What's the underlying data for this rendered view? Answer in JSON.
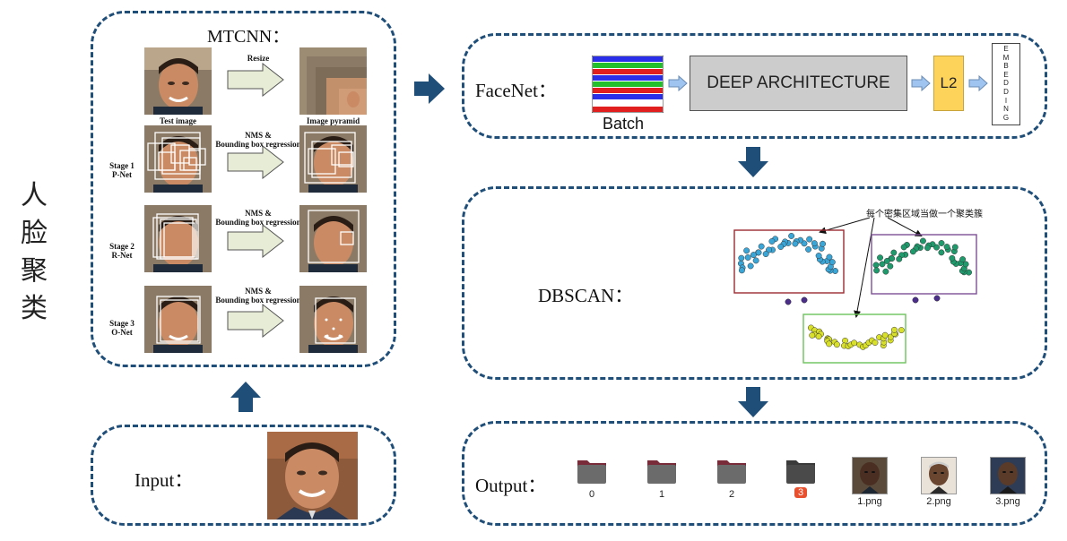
{
  "side_title": [
    "人",
    "脸",
    "聚",
    "类"
  ],
  "mtcnn": {
    "title": "MTCNN：",
    "resize_label": "Resize",
    "test_image_label": "Test image",
    "image_pyramid_label": "Image pyramid",
    "nms_label": "NMS &",
    "bbox_label": "Bounding box regression",
    "stages": [
      {
        "name": "Stage 1",
        "net": "P-Net"
      },
      {
        "name": "Stage 2",
        "net": "R-Net"
      },
      {
        "name": "Stage 3",
        "net": "O-Net"
      }
    ]
  },
  "input": {
    "label": "Input："
  },
  "facenet": {
    "label": "FaceNet：",
    "batch_label": "Batch",
    "deep_label": "DEEP ARCHITECTURE",
    "l2_label": "L2",
    "embedding_letters": [
      "E",
      "M",
      "B",
      "E",
      "D",
      "D",
      "I",
      "N",
      "G"
    ]
  },
  "dbscan": {
    "label": "DBSCAN：",
    "annotation": "每个密集区域当做一个聚类簇",
    "cluster_colors": [
      "#3aa6d8",
      "#1e9a6c",
      "#d9e02a"
    ],
    "noise_color": "#4b2d8a"
  },
  "output": {
    "label": "Output：",
    "folders": [
      {
        "label": "0",
        "highlighted": false
      },
      {
        "label": "1",
        "highlighted": false
      },
      {
        "label": "2",
        "highlighted": false
      },
      {
        "label": "3",
        "highlighted": true
      }
    ],
    "files": [
      "1.png",
      "2.png",
      "3.png"
    ]
  },
  "colors": {
    "panel_border": "#1f4e79",
    "arrow": "#1f4e79",
    "l2_fill": "#fdd35a",
    "deep_fill": "#cccccc"
  }
}
